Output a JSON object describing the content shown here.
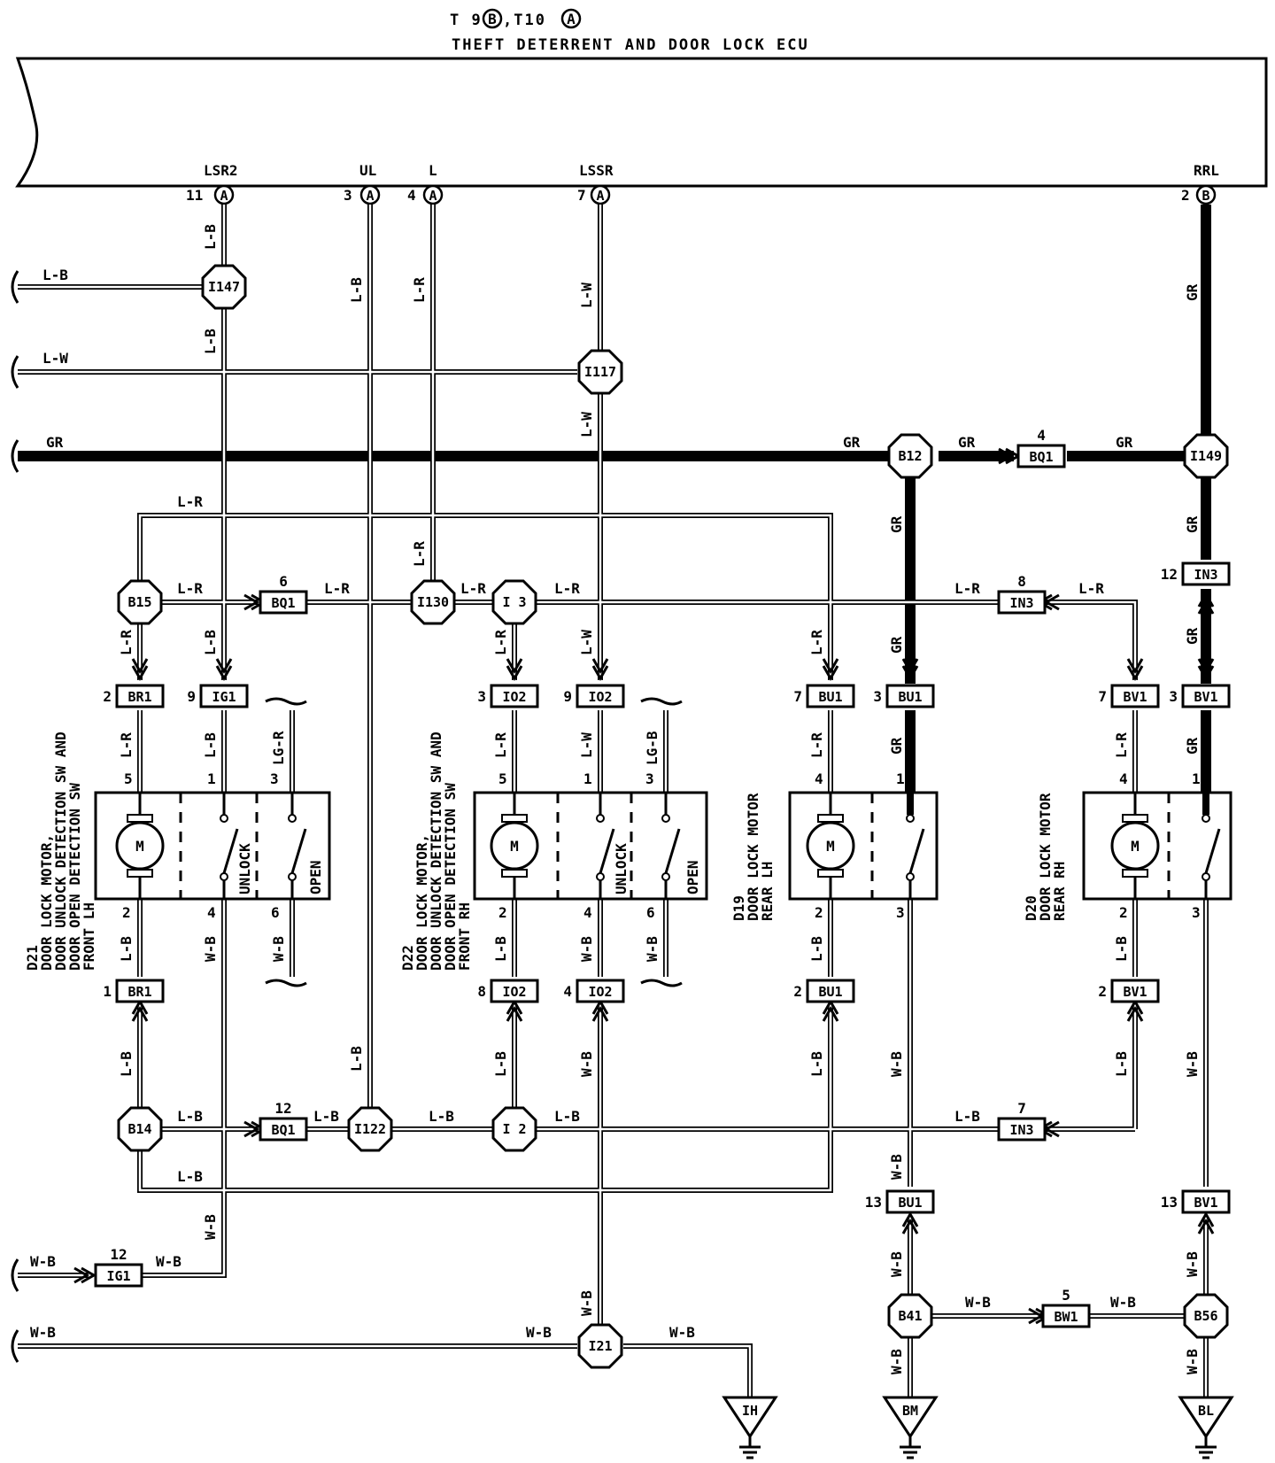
{
  "header": {
    "connector_prefix": "T 9",
    "connector_b": "B",
    "connector_mid": ",T10",
    "connector_a": "A",
    "ecu_name": "THEFT DETERRENT AND DOOR LOCK ECU"
  },
  "ecu_pins": [
    {
      "name": "LSR2",
      "num": "11",
      "conn": "A"
    },
    {
      "name": "UL",
      "num": "3",
      "conn": "A"
    },
    {
      "name": "L",
      "num": "4",
      "conn": "A"
    },
    {
      "name": "LSSR",
      "num": "7",
      "conn": "A"
    },
    {
      "name": "RRL",
      "num": "2",
      "conn": "B"
    }
  ],
  "splices": [
    "I147",
    "I117",
    "B12",
    "I149",
    "B15",
    "I130",
    "I 3",
    "B14",
    "I122",
    "I 2",
    "I21",
    "B41",
    "B56"
  ],
  "connectors": [
    {
      "id": "BQ1",
      "pin": "4"
    },
    {
      "id": "BQ1",
      "pin": "6"
    },
    {
      "id": "BQ1",
      "pin": "12"
    },
    {
      "id": "IN3",
      "pin": "12"
    },
    {
      "id": "IN3",
      "pin": "8"
    },
    {
      "id": "IN3",
      "pin": "7"
    },
    {
      "id": "BR1",
      "pin": "2"
    },
    {
      "id": "IG1",
      "pin": "9"
    },
    {
      "id": "IO2",
      "pin": "3"
    },
    {
      "id": "IO2",
      "pin": "9"
    },
    {
      "id": "BU1",
      "pin": "7"
    },
    {
      "id": "BU1",
      "pin": "3"
    },
    {
      "id": "BV1",
      "pin": "7"
    },
    {
      "id": "BV1",
      "pin": "3"
    },
    {
      "id": "BR1",
      "pin": "1"
    },
    {
      "id": "IO2",
      "pin": "8"
    },
    {
      "id": "IO2",
      "pin": "4"
    },
    {
      "id": "BU1",
      "pin": "2"
    },
    {
      "id": "BV1",
      "pin": "2"
    },
    {
      "id": "BU1",
      "pin": "13"
    },
    {
      "id": "BV1",
      "pin": "13"
    },
    {
      "id": "IG1",
      "pin": "12"
    },
    {
      "id": "BW1",
      "pin": "5"
    }
  ],
  "wire_colors": {
    "lb": "L-B",
    "lw": "L-W",
    "lr": "L-R",
    "gr": "GR",
    "wb": "W-B",
    "lgr": "LG-R",
    "lgb": "LG-B"
  },
  "components": [
    {
      "code": "D21",
      "lines": [
        "D21",
        "DOOR LOCK MOTOR,",
        "DOOR UNLOCK DETECTION SW AND",
        "DOOR OPEN DETECTION SW",
        "FRONT LH"
      ],
      "unlock": "UNLOCK",
      "open": "OPEN",
      "pins": [
        "5",
        "1",
        "3",
        "2",
        "4",
        "6"
      ]
    },
    {
      "code": "D22",
      "lines": [
        "D22",
        "DOOR LOCK MOTOR,",
        "DOOR UNLOCK DETECTION SW AND",
        "DOOR OPEN DETECTION SW",
        "FRONT RH"
      ],
      "unlock": "UNLOCK",
      "open": "OPEN",
      "pins": [
        "5",
        "1",
        "3",
        "2",
        "4",
        "6"
      ]
    },
    {
      "code": "D19",
      "lines": [
        "D19",
        "DOOR LOCK MOTOR",
        "REAR LH"
      ],
      "pins": [
        "4",
        "1",
        "2",
        "3"
      ]
    },
    {
      "code": "D20",
      "lines": [
        "D20",
        "DOOR LOCK MOTOR",
        "REAR RH"
      ],
      "pins": [
        "4",
        "1",
        "2",
        "3"
      ]
    }
  ],
  "motor_symbol": "M",
  "grounds": [
    "IH",
    "BM",
    "BL"
  ]
}
